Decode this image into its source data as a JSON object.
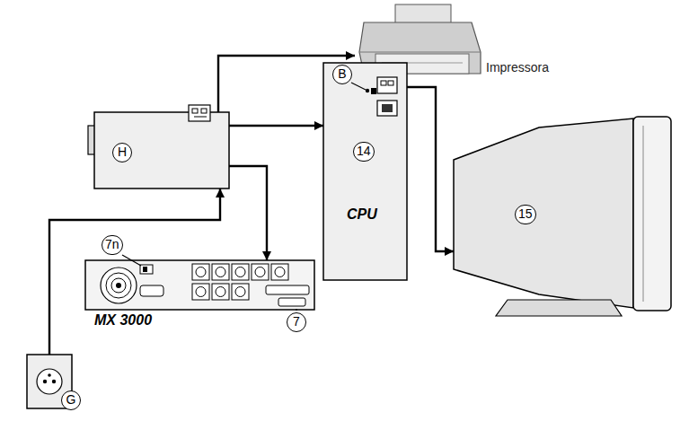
{
  "diagram": {
    "nodes": [
      {
        "text": [
          "H"
        ]
      },
      {
        "text": [
          "Impressora"
        ]
      },
      {
        "text": [
          "14",
          "CPU"
        ]
      },
      {
        "text": [
          "15"
        ]
      },
      {
        "text": [
          "MX 3000"
        ]
      },
      {
        "text": [
          "G"
        ]
      }
    ],
    "edges": [
      {
        "from": 0,
        "to": 1,
        "arrow": "to"
      },
      {
        "from": 0,
        "to": 2,
        "arrow": "to"
      },
      {
        "from": 2,
        "to": 3,
        "arrow": "to"
      },
      {
        "from": 0,
        "to": 4,
        "arrow": "to"
      },
      {
        "from": 5,
        "to": 0,
        "arrow": "to"
      }
    ],
    "labels": [
      "B",
      "7n",
      "7"
    ]
  }
}
